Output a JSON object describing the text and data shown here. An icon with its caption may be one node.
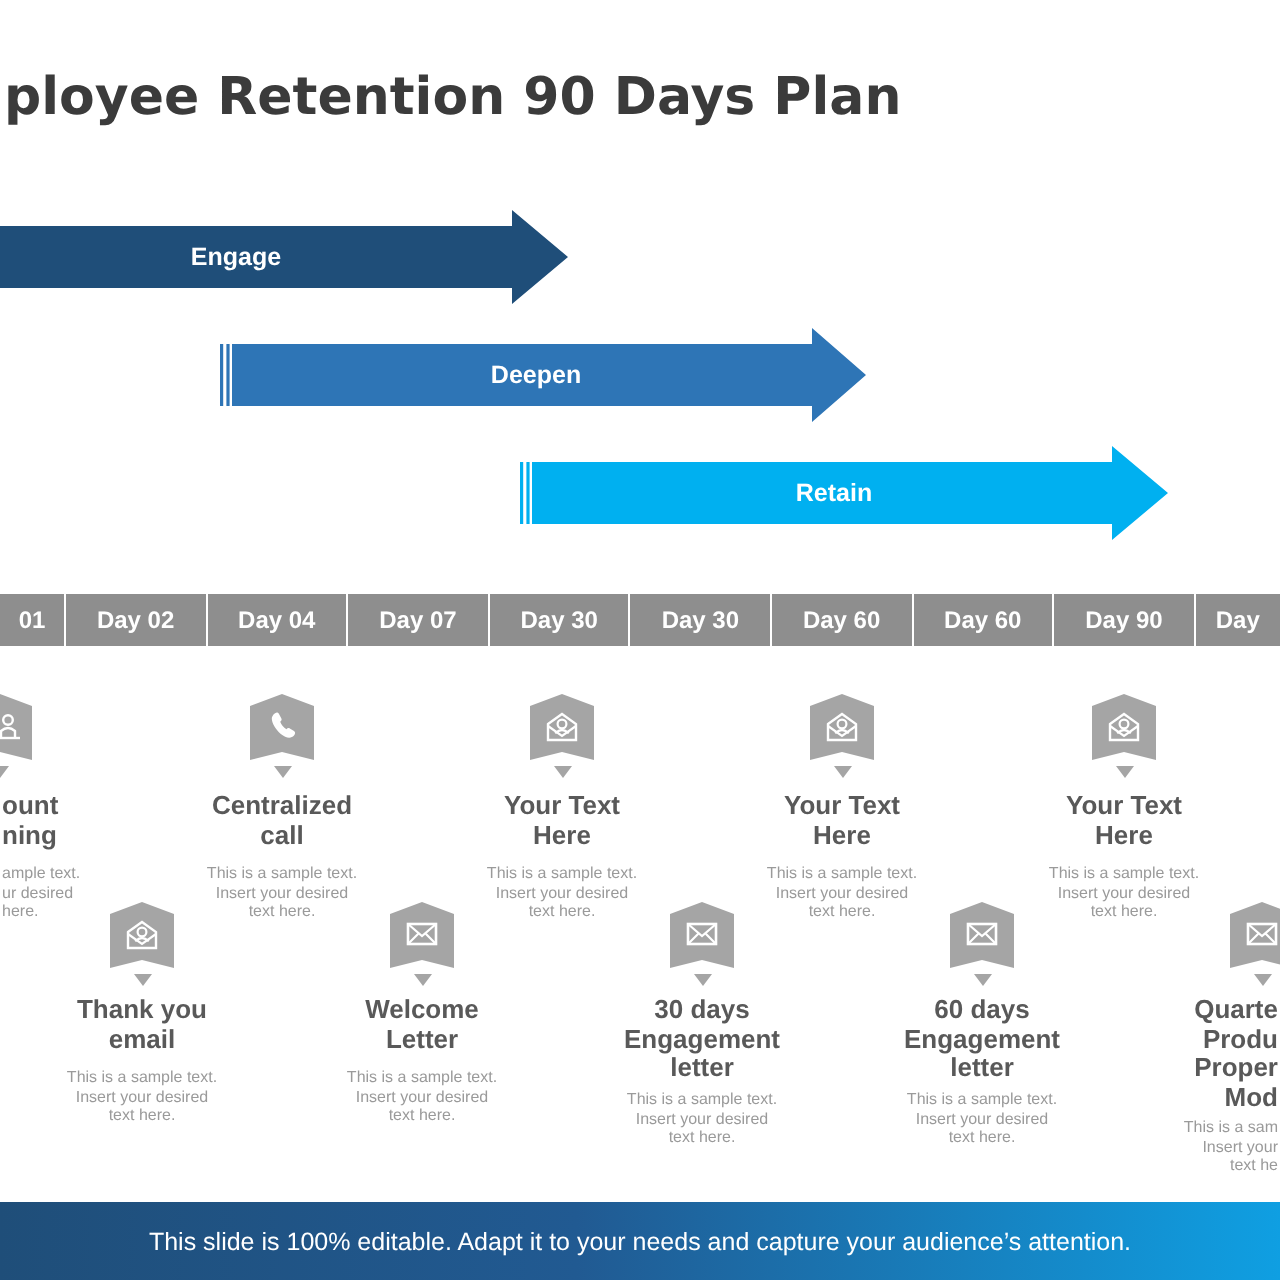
{
  "diagram": {
    "title": "ployee Retention 90 Days Plan",
    "nodes": [
      {
        "text": [
          "Engage"
        ]
      },
      {
        "text": [
          "Deepen"
        ]
      },
      {
        "text": [
          "Retain"
        ]
      },
      {
        "text": [
          "01"
        ]
      },
      {
        "text": [
          "Day 02"
        ]
      },
      {
        "text": [
          "Day 04"
        ]
      },
      {
        "text": [
          "Day 07"
        ]
      },
      {
        "text": [
          "Day 30"
        ]
      },
      {
        "text": [
          "Day 30"
        ]
      },
      {
        "text": [
          "Day 60"
        ]
      },
      {
        "text": [
          "Day 60"
        ]
      },
      {
        "text": [
          "Day 90"
        ]
      },
      {
        "text": [
          "Day"
        ]
      },
      {
        "text": [
          "This slide is 100% editable. Adapt it to your needs and capture your audience’s attention."
        ]
      }
    ],
    "labels": [
      "ount ning",
      "ample text. ur desired here.",
      "Centralized call",
      "This is a sample text. Insert your desired text here.",
      "Your Text Here",
      "This is a sample text. Insert your desired text here.",
      "Your Text Here",
      "This is a sample text. Insert your desired text here.",
      "Your Text Here",
      "This is a sample text. Insert your desired text here.",
      "Thank you email",
      "This is a sample text. Insert your desired text here.",
      "Welcome Letter",
      "This is a sample text. Insert your desired text here.",
      "30 days Engagement letter",
      "This is a sample text. Insert your desired text here.",
      "60 days Engagement letter",
      "This is a sample text. Insert your desired text here.",
      "Quarte Produ Proper Mod",
      "This is a sam Insert your text he"
    ]
  }
}
